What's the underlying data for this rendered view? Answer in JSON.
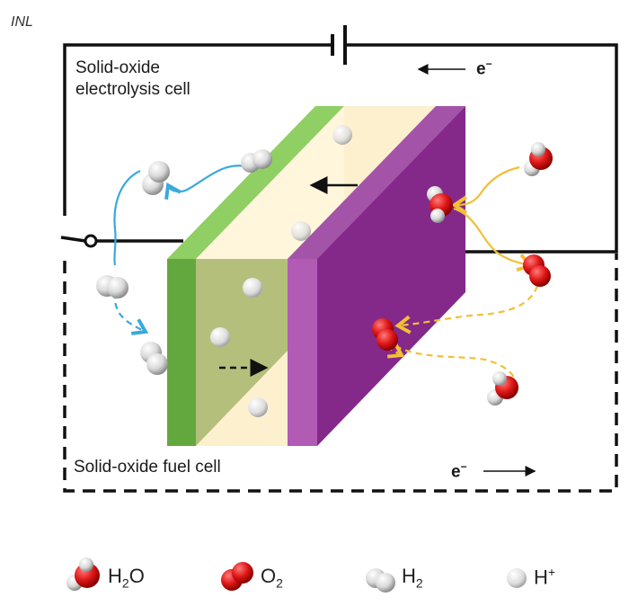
{
  "credit": "INL",
  "labels": {
    "top_cell": "Solid-oxide\nelectrolysis cell",
    "bottom_cell": "Solid-oxide fuel cell",
    "electron_top": "e",
    "electron_bottom": "e",
    "electron_charge": "−"
  },
  "legend": [
    {
      "icon": "water-molecule",
      "base": "H",
      "sub": "2",
      "tail": "O"
    },
    {
      "icon": "oxygen-molecule",
      "base": "O",
      "sub": "2",
      "tail": ""
    },
    {
      "icon": "hydrogen-molecule",
      "base": "H",
      "sub": "2",
      "tail": ""
    },
    {
      "icon": "proton",
      "base": "H",
      "sup": "+"
    }
  ],
  "colors": {
    "cathode_green": "#7cbf4f",
    "electrolyte_cream": "#fdf0cf",
    "anode_purple": "#8a2c8e",
    "hydrogen_path_blue": "#3aa9dc",
    "oxygen_path_yellow": "#f2c037",
    "oxygen_red": "#d81e1e"
  }
}
